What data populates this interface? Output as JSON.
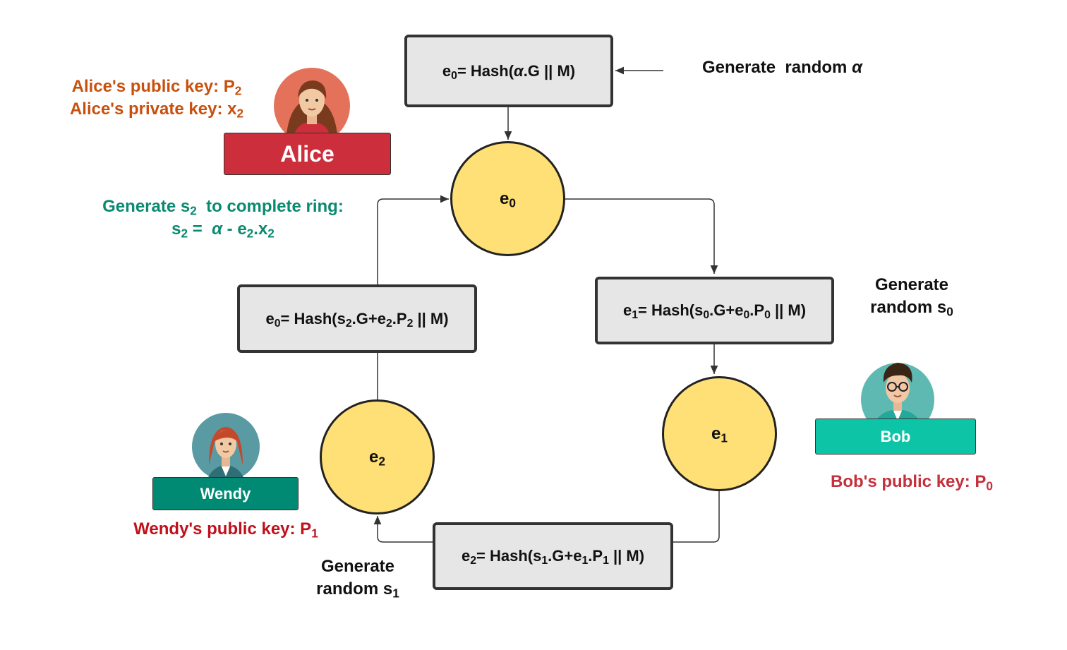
{
  "boxes": {
    "top": {
      "lhs": "e",
      "lhs_sub": "0",
      "eq": "= Hash(",
      "alpha": "α",
      "rest": ".G || M)"
    },
    "right": {
      "lhs": "e",
      "lhs_sub": "1",
      "eq": "= Hash(s",
      "s_sub": "0",
      "mid": ".G+e",
      "e_sub": "0",
      "p": ".P",
      "p_sub": "0",
      "tail": " || M)"
    },
    "bottom": {
      "lhs": "e",
      "lhs_sub": "2",
      "eq": "= Hash(s",
      "s_sub": "1",
      "mid": ".G+e",
      "e_sub": "1",
      "p": ".P",
      "p_sub": "1",
      "tail": " || M)"
    },
    "left": {
      "lhs": "e",
      "lhs_sub": "0",
      "eq": "= Hash(s",
      "s_sub": "2",
      "mid": ".G+e",
      "e_sub": "2",
      "p": ".P",
      "p_sub": "2",
      "tail": " || M)"
    }
  },
  "circles": {
    "e0": {
      "base": "e",
      "sub": "0"
    },
    "e1": {
      "base": "e",
      "sub": "1"
    },
    "e2": {
      "base": "e",
      "sub": "2"
    }
  },
  "labels": {
    "gen_alpha": {
      "text": "Generate  random ",
      "alpha": "α"
    },
    "gen_s0": {
      "line1": "Generate",
      "line2": "random s",
      "sub": "0"
    },
    "gen_s1": {
      "line1": "Generate",
      "line2": "random s",
      "sub": "1"
    },
    "alice_pub": {
      "text": "Alice's public key: P",
      "sub": "2"
    },
    "alice_priv": {
      "text": "Alice's private key: x",
      "sub": "2"
    },
    "complete_ring": {
      "pre": "Generate s",
      "sub": "2",
      "post": "  to complete ring:"
    },
    "s2_formula": {
      "s": "s",
      "s_sub": "2",
      "eq": " =  ",
      "alpha": "α",
      "minus": " - e",
      "e_sub": "2",
      "x": ".x",
      "x_sub": "2"
    },
    "bob_pub": {
      "text": "Bob's public key: P",
      "sub": "0"
    },
    "wendy_pub": {
      "text": "Wendy's public key: P",
      "sub": "1"
    }
  },
  "people": {
    "alice": {
      "name": "Alice",
      "color": "#cc2e3b"
    },
    "bob": {
      "name": "Bob",
      "color": "#0ec4a7"
    },
    "wendy": {
      "name": "Wendy",
      "color": "#008a74"
    }
  },
  "colors": {
    "circle_fill": "#ffe076",
    "box_fill": "#e6e6e6",
    "alice_label": "#c8500e",
    "ring_label": "#0a8a70",
    "bob_label": "#c4303b",
    "wendy_label": "#c0101b"
  }
}
